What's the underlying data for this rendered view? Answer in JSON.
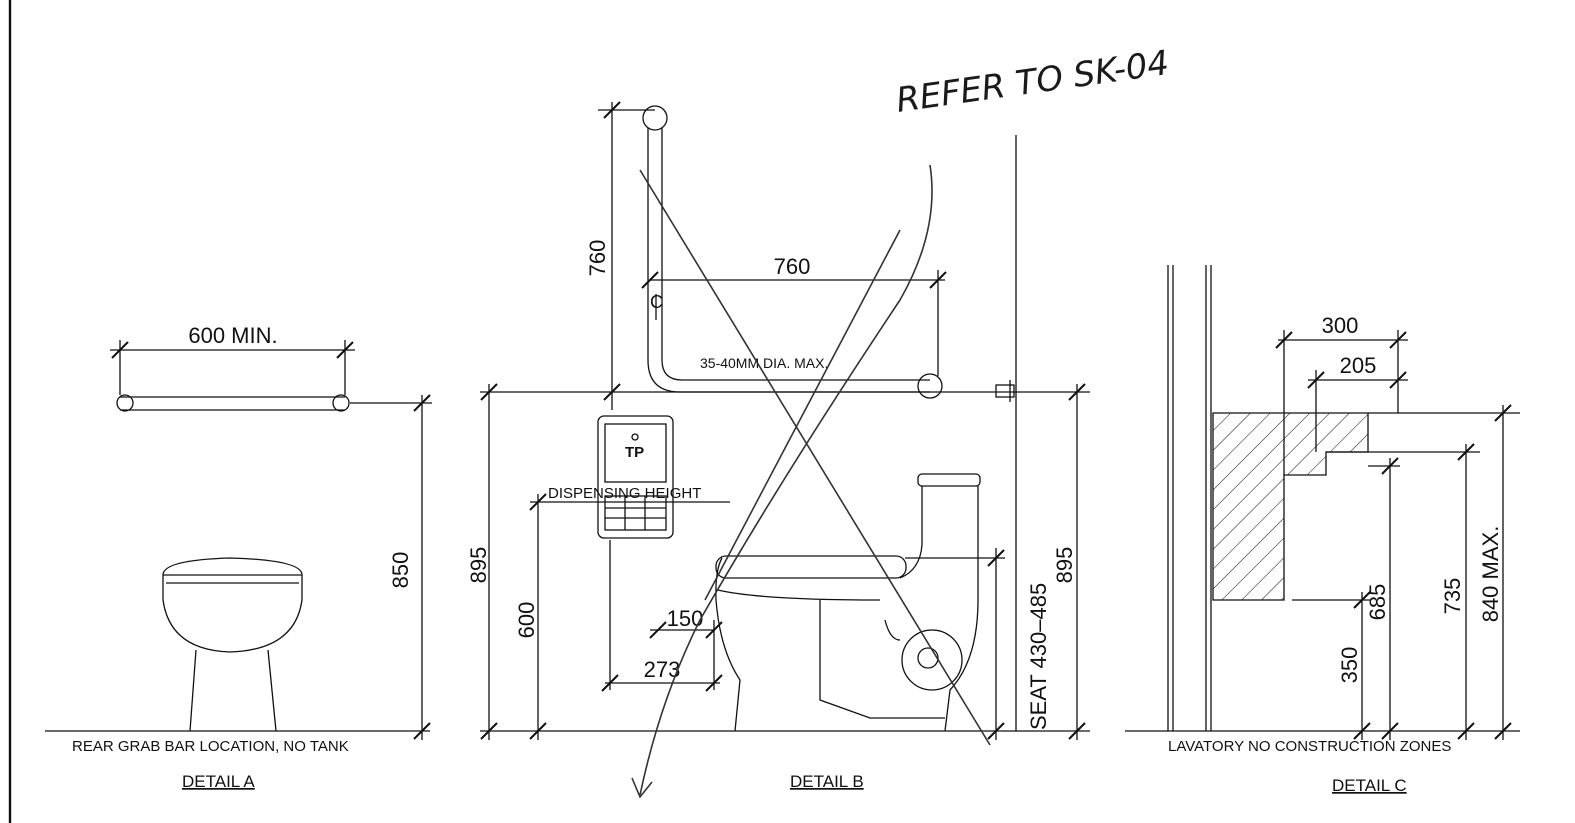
{
  "handwritten_note": "REFER TO SK-04",
  "details": {
    "a": {
      "title": "DETAIL A",
      "caption": "REAR GRAB BAR LOCATION, NO TANK",
      "dims": {
        "bar_length": "600  MIN.",
        "height": "850"
      }
    },
    "b": {
      "title": "DETAIL B",
      "dims": {
        "vertical_bar": "760",
        "horizontal_bar": "760",
        "bar_diameter": "35-40MM DIA. MAX.",
        "centerline": "C",
        "overall_height_left": "895",
        "overall_height_right": "895",
        "dispenser_height": "600",
        "offset_150": "150",
        "offset_273": "273",
        "seat": "SEAT  430–485"
      },
      "tp_label": "TP",
      "dispensing_label": "DISPENSING HEIGHT"
    },
    "c": {
      "title": "DETAIL C",
      "caption": "LAVATORY NO CONSTRUCTION ZONES",
      "dims": {
        "top_300": "300",
        "top_205": "205",
        "h_350": "350",
        "h_685": "685",
        "h_735": "735",
        "h_840": "840  MAX."
      }
    }
  }
}
